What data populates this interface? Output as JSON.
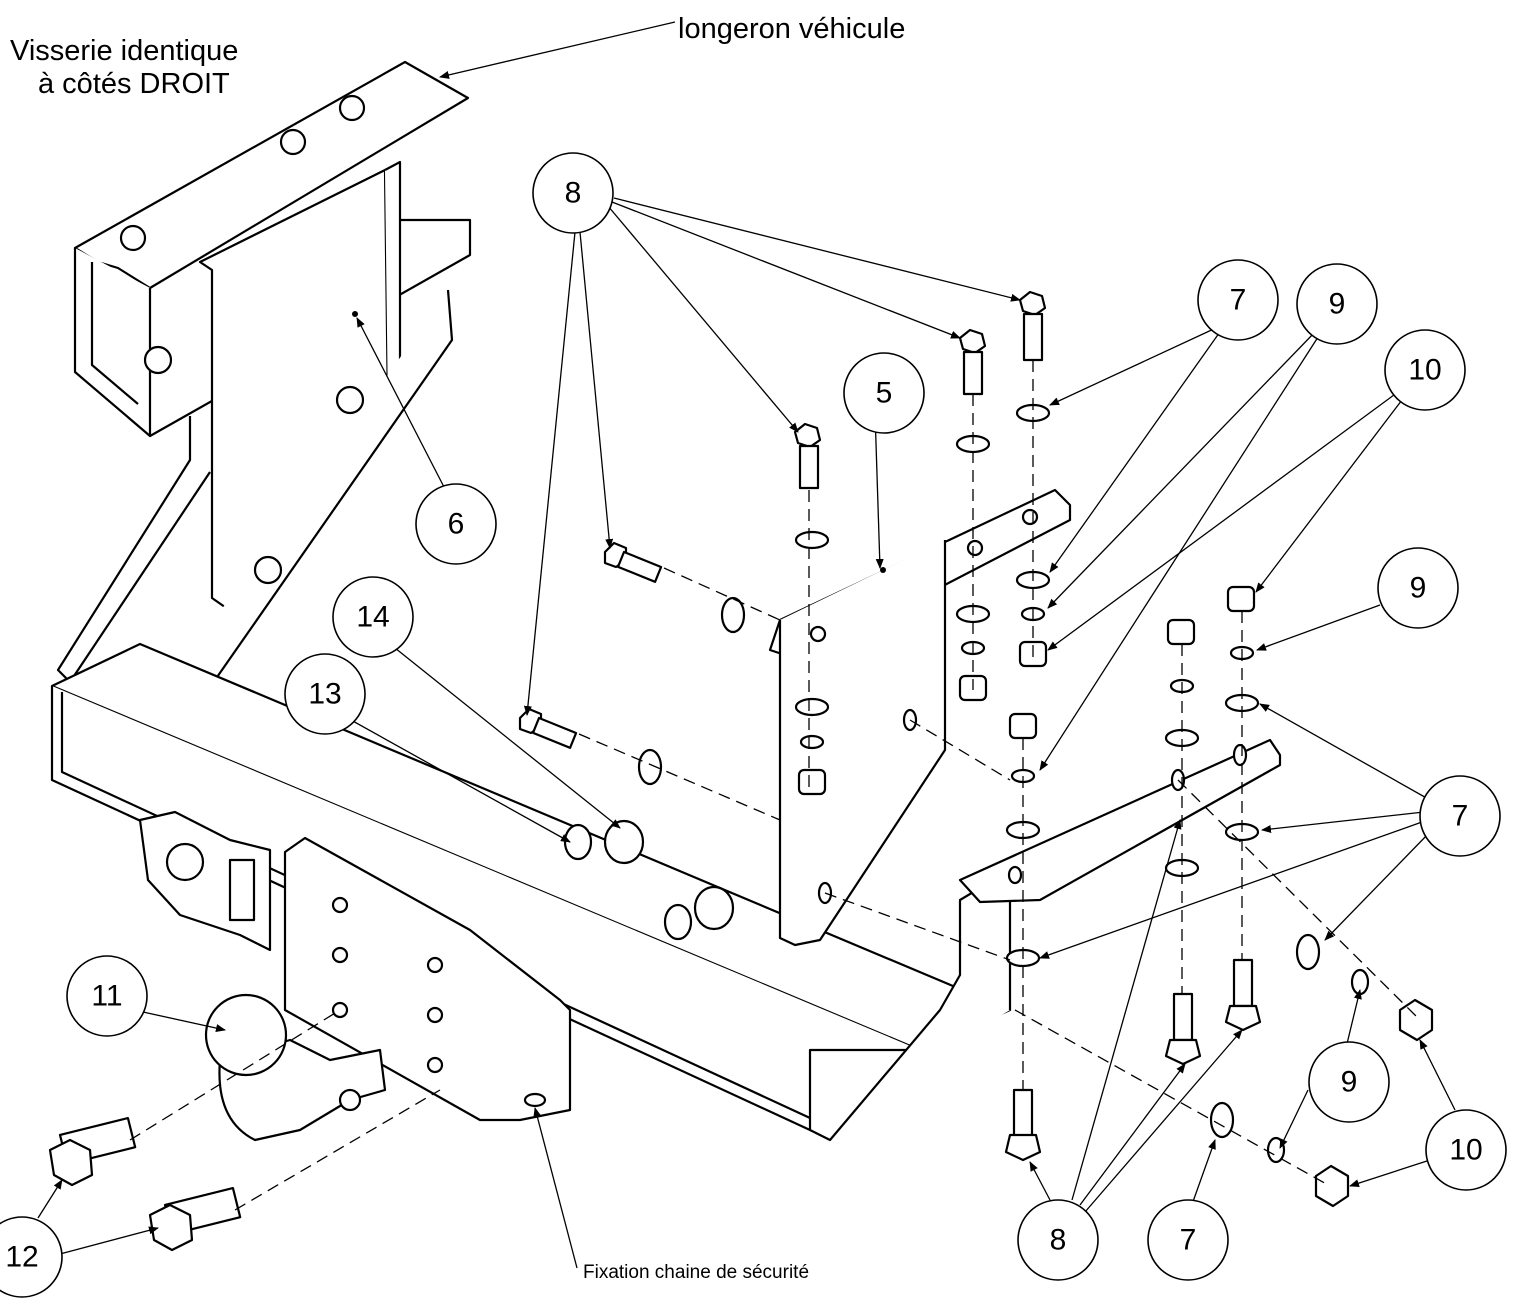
{
  "labels": {
    "vehicle_rail": "longeron véhicule",
    "hardware_note_line1": "Visserie identique",
    "hardware_note_line2": "à côtés DROIT",
    "safety_chain": "Fixation chaine de sécurité"
  },
  "callouts": [
    "8",
    "7",
    "9",
    "10",
    "5",
    "6",
    "9",
    "14",
    "13",
    "7",
    "11",
    "9",
    "10",
    "12",
    "8",
    "7"
  ]
}
